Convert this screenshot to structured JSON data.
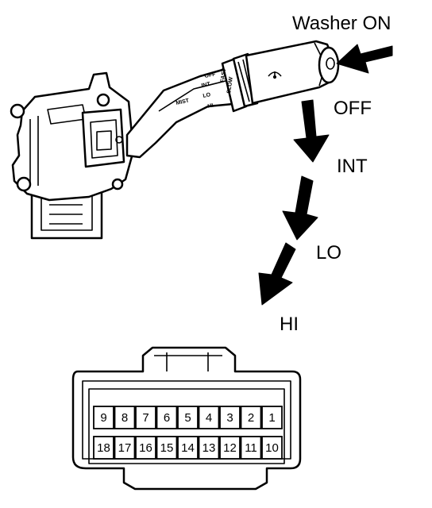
{
  "labels": {
    "washer_on": "Washer ON",
    "off": "OFF",
    "int": "INT",
    "lo": "LO",
    "hi": "HI"
  },
  "lever_marks": {
    "off": "OFF",
    "int": "INT",
    "lo": "LO",
    "hi": "HI",
    "mist": "MIST",
    "fast": "FAST",
    "slow": "SLOW"
  },
  "connector": {
    "top_row": [
      "9",
      "8",
      "7",
      "6",
      "5",
      "4",
      "3",
      "2",
      "1"
    ],
    "bottom_row": [
      "18",
      "17",
      "16",
      "15",
      "14",
      "13",
      "12",
      "11",
      "10"
    ]
  }
}
